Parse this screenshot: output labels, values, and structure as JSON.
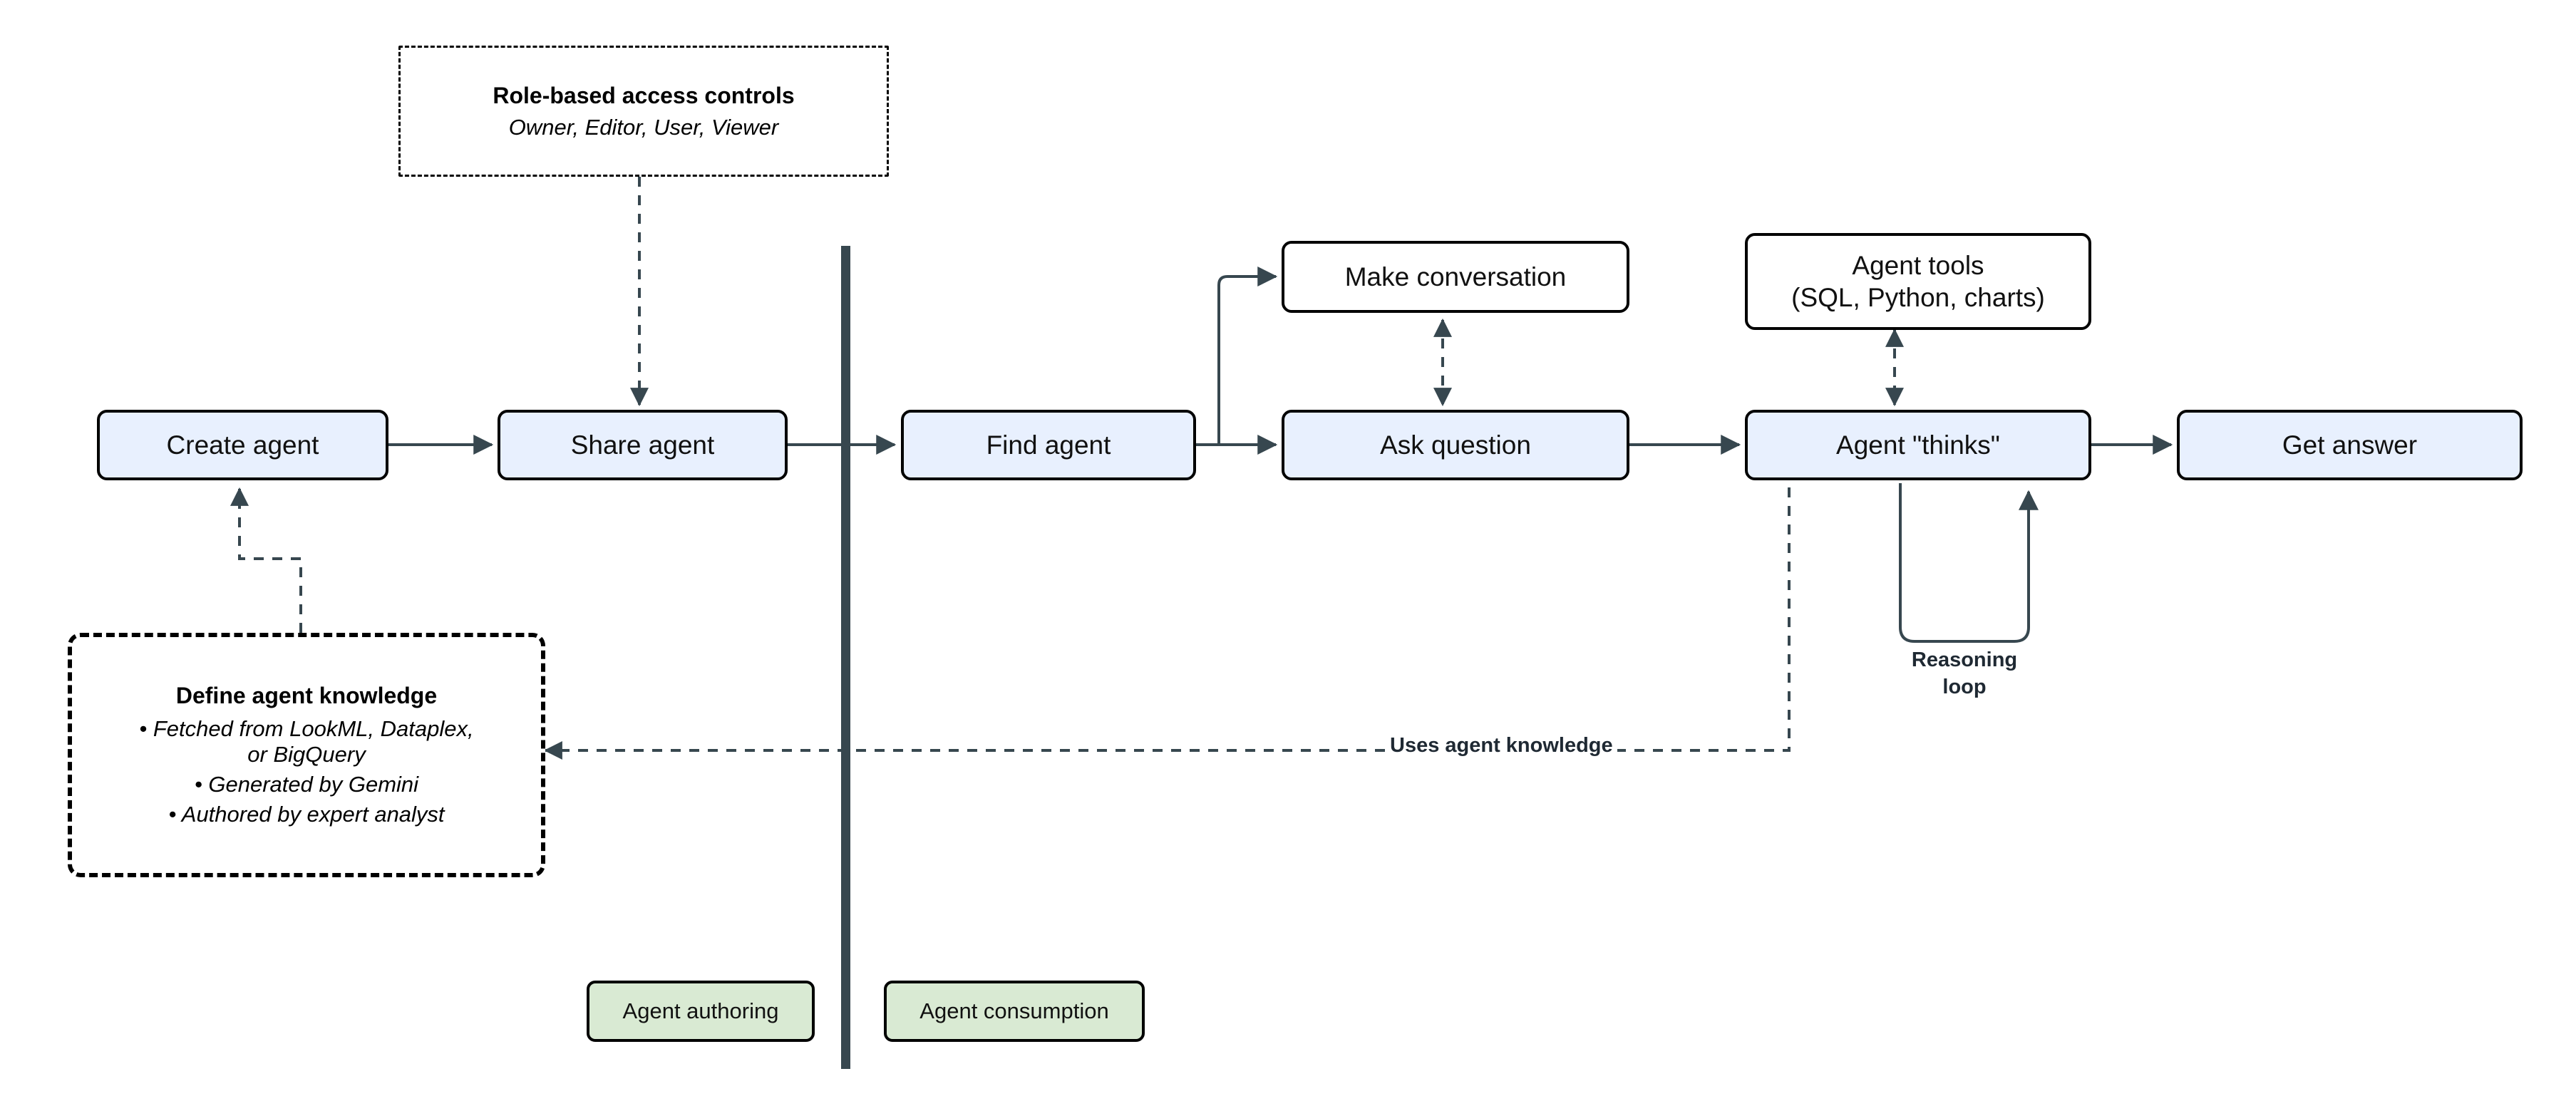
{
  "diagram": {
    "title_present": false,
    "colors": {
      "process_fill": "#e8f0fe",
      "plain_fill": "#ffffff",
      "legend_fill": "#d9ead3",
      "stroke": "#000000",
      "connector": "#37474f",
      "divider": "#37474f"
    },
    "divider": {
      "name": "phase-divider"
    },
    "nodes": [
      {
        "id": "create-agent",
        "label": "Create agent",
        "style": "blue"
      },
      {
        "id": "share-agent",
        "label": "Share agent",
        "style": "blue"
      },
      {
        "id": "find-agent",
        "label": "Find agent",
        "style": "blue"
      },
      {
        "id": "make-conversation",
        "label": "Make conversation",
        "style": "white"
      },
      {
        "id": "ask-question",
        "label": "Ask question",
        "style": "blue"
      },
      {
        "id": "agent-tools",
        "label": "Agent tools\n(SQL, Python, charts)",
        "style": "white"
      },
      {
        "id": "agent-thinks",
        "label": "Agent \"thinks\"",
        "style": "blue"
      },
      {
        "id": "get-answer",
        "label": "Get answer",
        "style": "blue"
      }
    ],
    "node_labels": {
      "create_agent": "Create agent",
      "share_agent": "Share agent",
      "find_agent": "Find agent",
      "make_conversation": "Make conversation",
      "ask_question": "Ask question",
      "agent_tools_line1": "Agent tools",
      "agent_tools_line2": "(SQL, Python, charts)",
      "agent_thinks": "Agent \"thinks\"",
      "get_answer": "Get answer"
    },
    "notes": {
      "rbac": {
        "title": "Role-based access controls",
        "subtitle": "Owner, Editor, User, Viewer"
      },
      "knowledge": {
        "title": "Define agent knowledge",
        "bullets": [
          "• Fetched from LookML, Dataplex,",
          "or BigQuery",
          "• Generated by Gemini",
          "• Authored by expert analyst"
        ],
        "bullet_1": "• Fetched from LookML, Dataplex,",
        "bullet_1b": "or BigQuery",
        "bullet_2": "• Generated by Gemini",
        "bullet_3": "• Authored by expert analyst"
      }
    },
    "edge_labels": {
      "uses_agent_knowledge": "Uses agent knowledge",
      "reasoning_loop_line1": "Reasoning",
      "reasoning_loop_line2": "loop"
    },
    "legend": [
      {
        "id": "agent-authoring",
        "label": "Agent authoring"
      },
      {
        "id": "agent-consumption",
        "label": "Agent consumption"
      }
    ],
    "legend_labels": {
      "authoring": "Agent authoring",
      "consumption": "Agent consumption"
    }
  }
}
